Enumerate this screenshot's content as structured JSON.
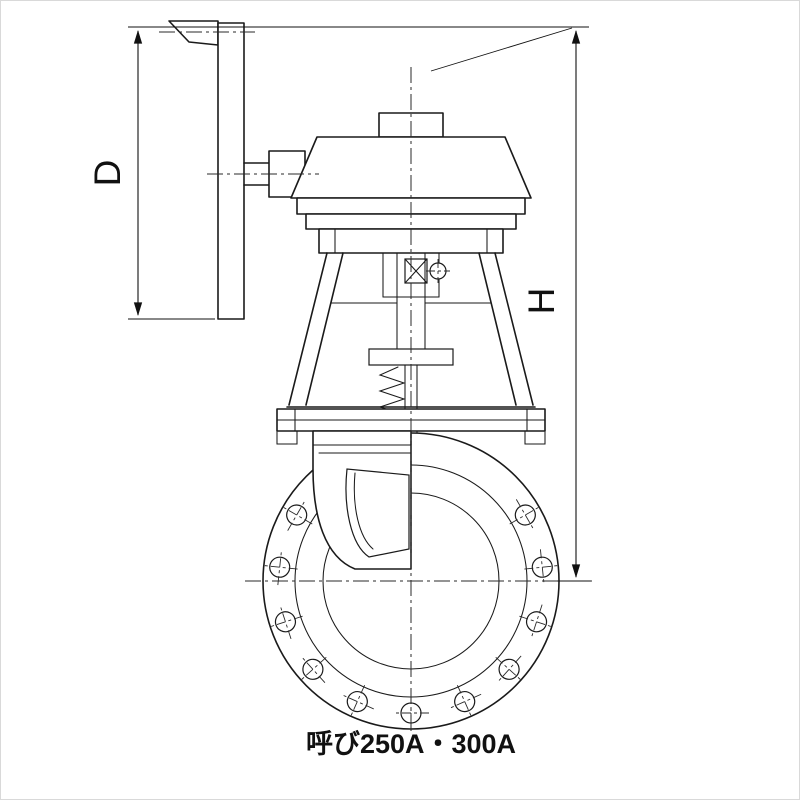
{
  "drawing": {
    "kind": "valve-sectional-technical-drawing",
    "caption": "呼び250A・300A",
    "dimension_labels": {
      "d": "D",
      "h": "H"
    },
    "colors": {
      "line": "#1a1a1a",
      "centerline": "#2a2a2a",
      "background": "#ffffff"
    }
  }
}
